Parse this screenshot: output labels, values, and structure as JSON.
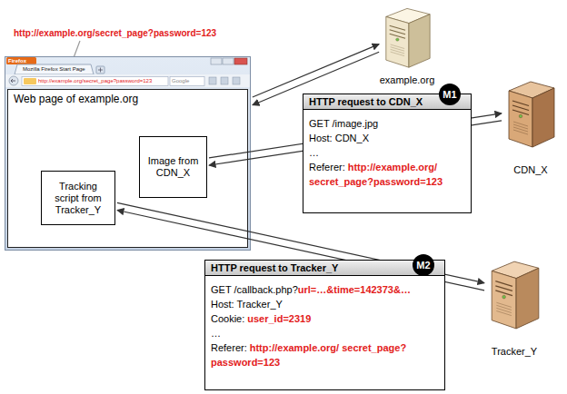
{
  "diagram": {
    "nodes": [
      {
        "text": [
          "Firefox",
          "Mozilla Firefox Start Page",
          "http://example.org/secret_page?password=123",
          "Google"
        ]
      },
      {
        "text": [
          "Web page of example.org"
        ],
        "in": 0
      },
      {
        "text": [
          "Image from CDN_X"
        ],
        "in": 1
      },
      {
        "text": [
          "Tracking script from Tracker_Y"
        ],
        "in": 1
      },
      {
        "text": [
          "example.org"
        ]
      },
      {
        "text": [
          "HTTP request to CDN_X",
          "GET /image.jpg",
          "Host: CDN_X",
          "…",
          "Referer:",
          "http://example.org/ secret_page?password=123"
        ]
      },
      {
        "text": [
          "CDN_X"
        ]
      },
      {
        "text": [
          "Tracker_Y"
        ]
      },
      {
        "text": [
          "HTTP request to Tracker_Y",
          "GET /callback.php?",
          "url=…&time=142373&…",
          "Host: Tracker_Y",
          "Cookie:",
          "user_id=2319",
          "…",
          "Referer:",
          "http://example.org/ secret_page?password=123"
        ]
      }
    ],
    "edges": [
      {
        "from": 0,
        "to": 4,
        "arrow": "to"
      },
      {
        "from": 4,
        "to": 0,
        "arrow": "to"
      },
      {
        "from": 2,
        "to": 6,
        "arrow": "to"
      },
      {
        "from": 6,
        "to": 2,
        "arrow": "to"
      },
      {
        "from": 3,
        "to": 7,
        "arrow": "to"
      },
      {
        "from": 7,
        "to": 3,
        "arrow": "to"
      }
    ],
    "labels": [
      "http://example.org/secret_page?password=123",
      "M1",
      "M2"
    ]
  }
}
